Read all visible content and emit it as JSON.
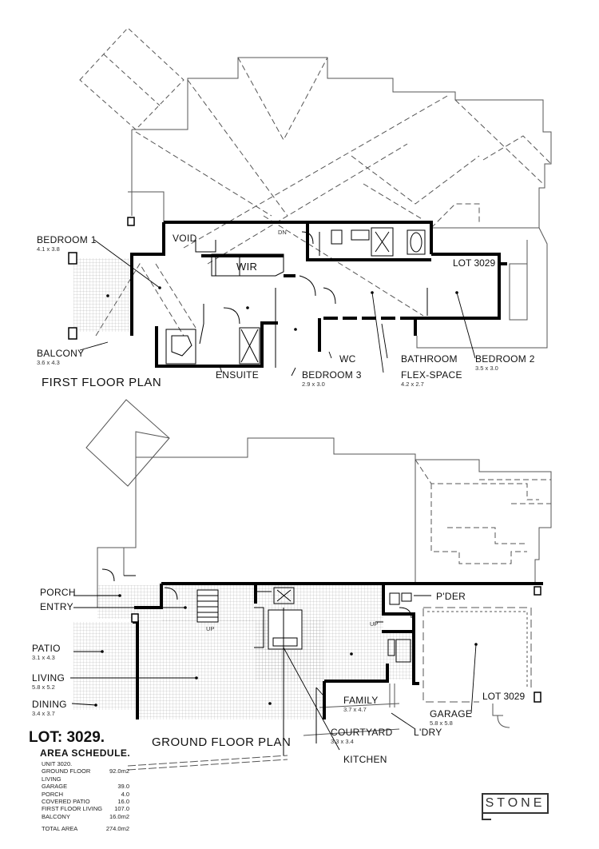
{
  "first_floor": {
    "title": "FIRST FLOOR PLAN",
    "rooms": {
      "bedroom1": {
        "name": "BEDROOM 1",
        "dim": "4.1 x 3.8"
      },
      "void": {
        "name": "VOID"
      },
      "wir": {
        "name": "WIR"
      },
      "balcony": {
        "name": "BALCONY",
        "dim": "3.6 x 4.3"
      },
      "ensuite": {
        "name": "ENSUITE"
      },
      "bedroom3": {
        "name": "BEDROOM 3",
        "dim": "2.9 x 3.0"
      },
      "wc": {
        "name": "WC"
      },
      "flex": {
        "name": "FLEX-SPACE",
        "dim": "4.2 x 2.7"
      },
      "bathroom": {
        "name": "BATHROOM"
      },
      "bedroom2": {
        "name": "BEDROOM 2",
        "dim": "3.5 x 3.0"
      }
    },
    "lot": "LOT 3029",
    "dn": "DN"
  },
  "ground_floor": {
    "title": "GROUND FLOOR PLAN",
    "rooms": {
      "porch": {
        "name": "PORCH"
      },
      "entry": {
        "name": "ENTRY"
      },
      "patio": {
        "name": "PATIO",
        "dim": "3.1 x 4.3"
      },
      "living": {
        "name": "LIVING",
        "dim": "5.8 x 5.2"
      },
      "dining": {
        "name": "DINING",
        "dim": "3.4 x 3.7"
      },
      "family": {
        "name": "FAMILY",
        "dim": "3.7 x 4.7"
      },
      "courtyard": {
        "name": "COURTYARD",
        "dim": "3.3 x 3.4"
      },
      "kitchen": {
        "name": "KITCHEN"
      },
      "ldry": {
        "name": "L'DRY"
      },
      "garage": {
        "name": "GARAGE",
        "dim": "5.8 x 5.8"
      },
      "pder": {
        "name": "P'DER"
      }
    },
    "lot": "LOT 3029",
    "up1": "UP",
    "up2": "UP"
  },
  "schedule": {
    "lot_title": "LOT: 3029.",
    "heading": "AREA SCHEDULE.",
    "unit": "UNIT 3020.",
    "rows": [
      {
        "label": "GROUND FLOOR LIVING",
        "value": "92.0m2"
      },
      {
        "label": "GARAGE",
        "value": "39.0"
      },
      {
        "label": "PORCH",
        "value": "4.0"
      },
      {
        "label": "COVERED PATIO",
        "value": "16.0"
      },
      {
        "label": "FIRST FLOOR LIVING",
        "value": "107.0"
      },
      {
        "label": "BALCONY",
        "value": "16.0m2"
      }
    ],
    "total_label": "TOTAL AREA",
    "total_value": "274.0m2"
  },
  "logo": "STONE"
}
